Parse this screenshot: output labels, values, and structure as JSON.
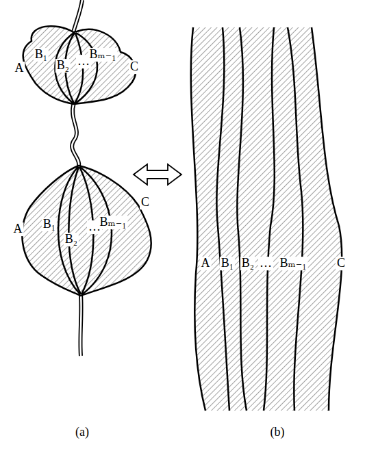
{
  "diagram": {
    "labels": [
      "A",
      "B₁",
      "B₂",
      "…",
      "Bₘ₋₁",
      "C",
      "A",
      "B₁",
      "B₂",
      "…",
      "Bₘ₋₁",
      "C",
      "A",
      "B₁",
      "B₂",
      "…",
      "Bₘ₋₁",
      "C",
      "(a)",
      "(b)"
    ]
  }
}
